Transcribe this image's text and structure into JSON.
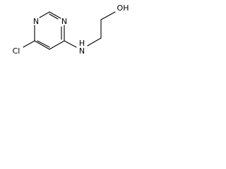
{
  "molecule": {
    "atoms": {
      "n1": "N",
      "n3": "N",
      "cl": "Cl",
      "nh": "H",
      "nh_n": "N",
      "oh": "OH"
    }
  }
}
